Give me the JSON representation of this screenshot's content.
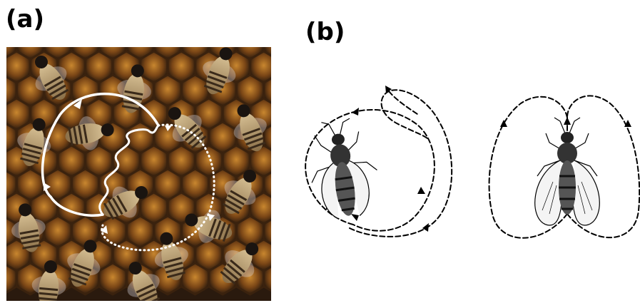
{
  "figure": {
    "panel_a_label": "(a)",
    "panel_b_label": "(b)"
  },
  "photo": {
    "subject": "honeybees-on-honeycomb",
    "overlay": "waggle-dance-path"
  },
  "drawing": {
    "left_pattern": "round-dance",
    "right_pattern": "figure-eight-waggle-dance"
  },
  "colors": {
    "comb_dark": "#2a1a0e",
    "comb_cell": "#6b3d14",
    "honey": "#c9872f",
    "bee_body": "#b89a6a",
    "bee_stripe": "#3a2a1a",
    "path_solid": "#ffffff",
    "ink": "#000000"
  }
}
